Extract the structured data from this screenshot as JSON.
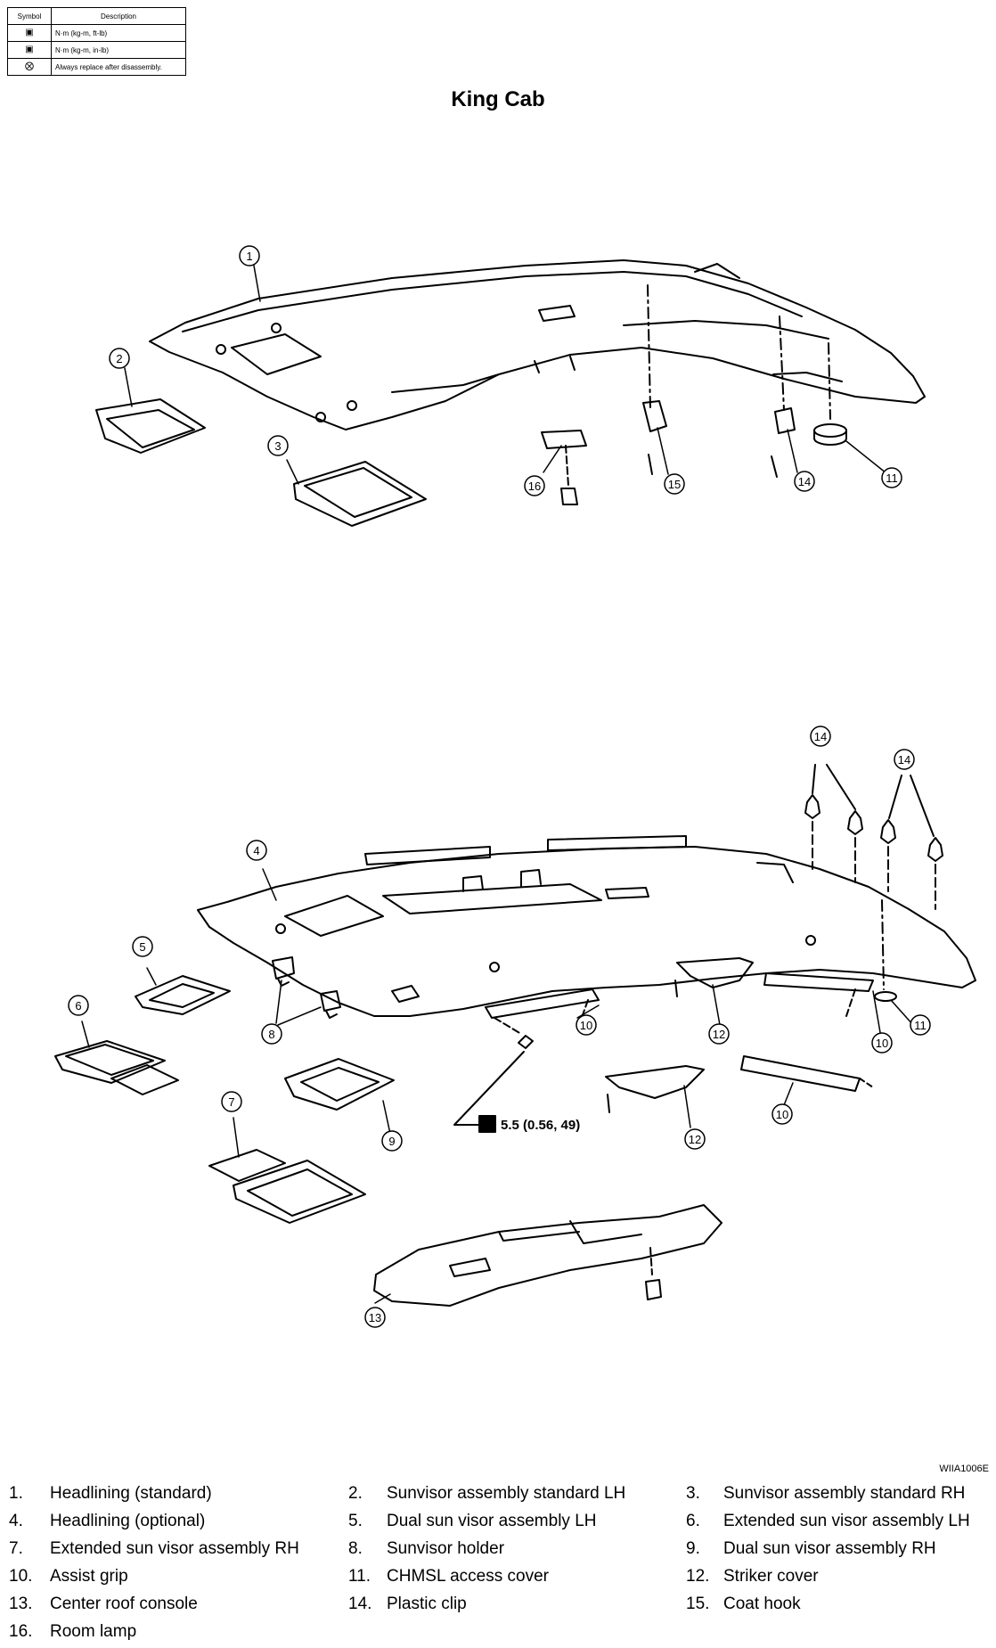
{
  "legend": {
    "header_symbol": "Symbol",
    "header_description": "Description",
    "rows": [
      {
        "icon": "torque-wrench-icon",
        "description": "N·m (kg-m, ft-lb)"
      },
      {
        "icon": "torque-wrench-icon",
        "description": "N·m (kg-m, in-lb)"
      },
      {
        "icon": "replace-icon",
        "description": "Always replace after disassembly."
      }
    ]
  },
  "title": "King Cab",
  "torque_spec": "5.5 (0.56, 49)",
  "callouts": [
    "1",
    "2",
    "3",
    "16",
    "15",
    "14",
    "11",
    "14",
    "14",
    "4",
    "5",
    "6",
    "8",
    "9",
    "7",
    "10",
    "12",
    "10",
    "11",
    "12",
    "10",
    "13"
  ],
  "reference_code": "WIIA1006E",
  "parts": [
    {
      "num": "1.",
      "name": "Headlining (standard)"
    },
    {
      "num": "2.",
      "name": "Sunvisor assembly standard LH"
    },
    {
      "num": "3.",
      "name": "Sunvisor assembly standard RH"
    },
    {
      "num": "4.",
      "name": "Headlining (optional)"
    },
    {
      "num": "5.",
      "name": "Dual sun visor assembly LH"
    },
    {
      "num": "6.",
      "name": "Extended sun visor assembly LH"
    },
    {
      "num": "7.",
      "name": "Extended sun visor assembly RH"
    },
    {
      "num": "8.",
      "name": "Sunvisor holder"
    },
    {
      "num": "9.",
      "name": "Dual sun visor assembly RH"
    },
    {
      "num": "10.",
      "name": "Assist grip"
    },
    {
      "num": "11.",
      "name": "CHMSL access cover"
    },
    {
      "num": "12.",
      "name": "Striker cover"
    },
    {
      "num": "13.",
      "name": "Center roof console"
    },
    {
      "num": "14.",
      "name": "Plastic clip"
    },
    {
      "num": "15.",
      "name": "Coat hook"
    },
    {
      "num": "16.",
      "name": "Room lamp"
    }
  ]
}
